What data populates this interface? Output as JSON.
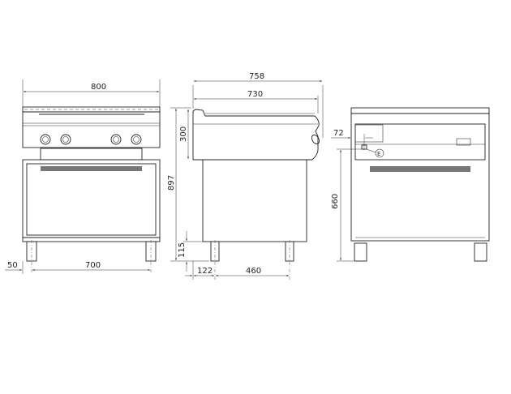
{
  "front_view": {
    "width": "800",
    "leg_inset": "50",
    "leg_span": "700",
    "height": "897"
  },
  "side_view": {
    "depth_overall": "758",
    "depth_top": "730",
    "top_height": "300",
    "height": "897",
    "leg_height": "115",
    "leg_offset": "122",
    "leg_span": "460"
  },
  "rear_view": {
    "connection_offset": "72",
    "connection_height": "660",
    "connection_label": "E"
  }
}
